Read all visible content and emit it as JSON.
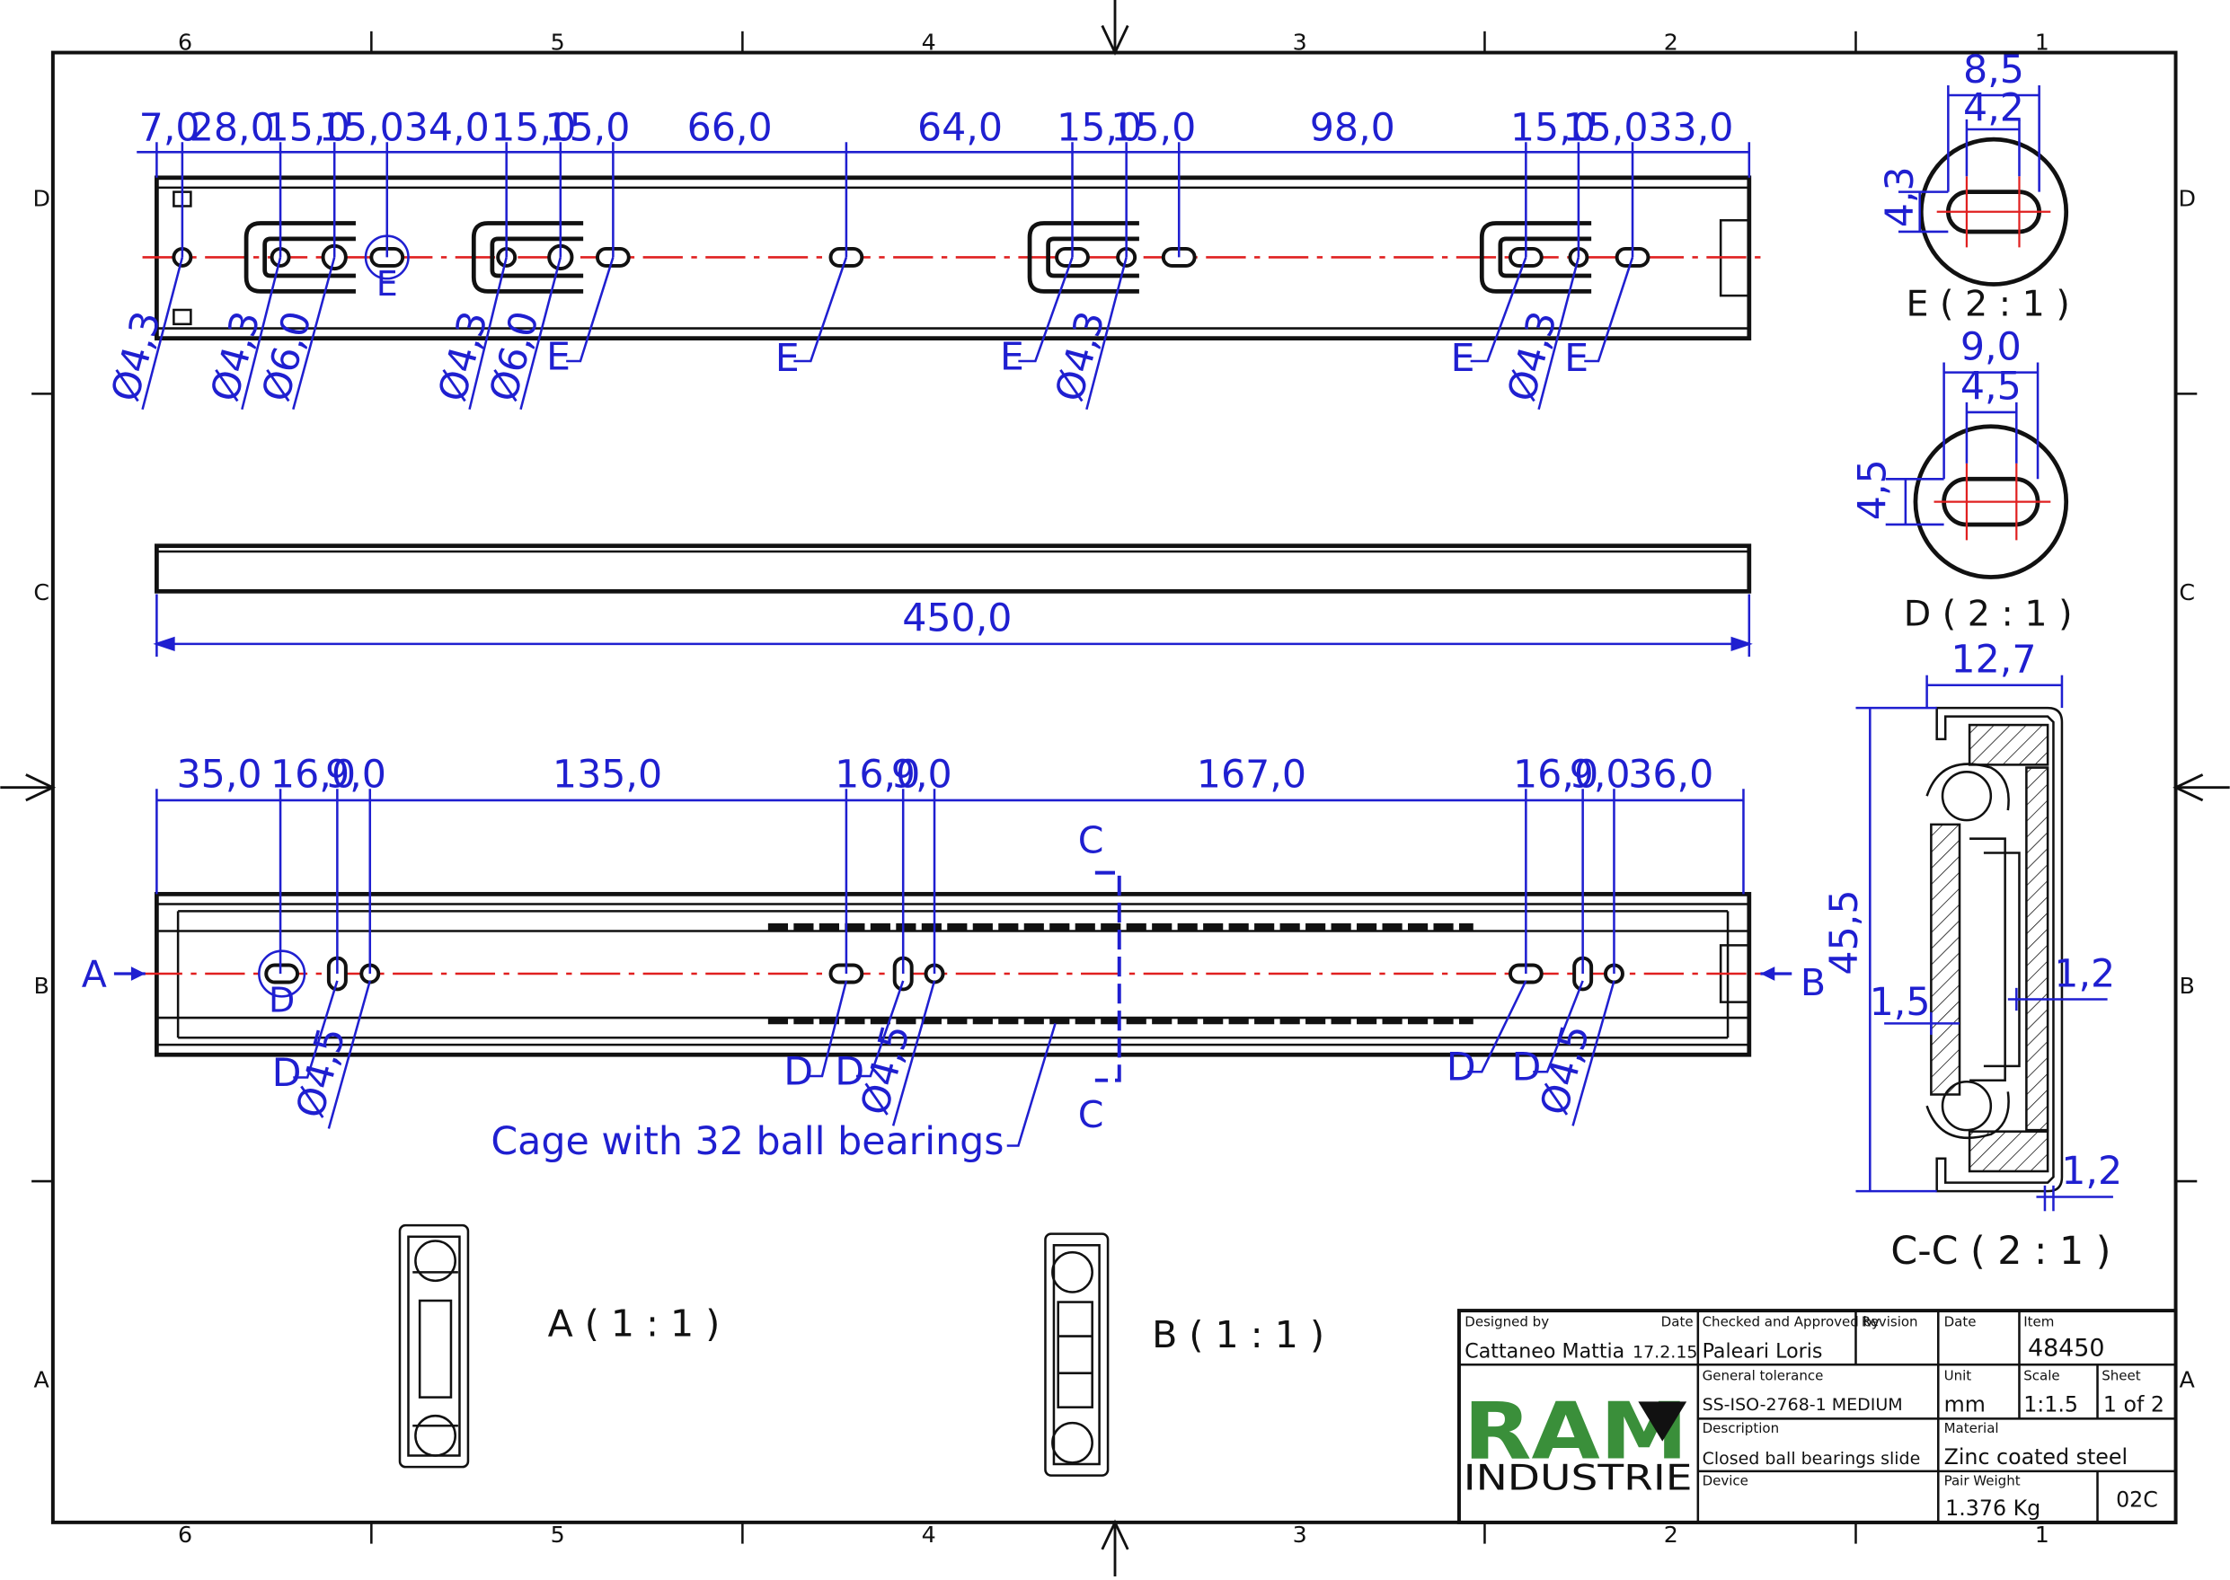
{
  "border": {
    "cols": [
      "6",
      "5",
      "4",
      "3",
      "2",
      "1"
    ],
    "rows": [
      "D",
      "C",
      "B",
      "A"
    ]
  },
  "top_view": {
    "dims": [
      "7,0",
      "28,0",
      "15,0",
      "15,0",
      "34,0",
      "15,0",
      "15,0",
      "66,0",
      "64,0",
      "15,0",
      "15,0",
      "98,0",
      "15,0",
      "15,0",
      "33,0"
    ],
    "leaders": [
      "Ø4,3",
      "Ø4,3",
      "Ø6,0",
      "Ø4,3",
      "Ø6,0",
      "E",
      "E",
      "E",
      "Ø4,3",
      "E",
      "Ø4,3",
      "E"
    ],
    "callout": "E"
  },
  "side_view": {
    "length": "450,0"
  },
  "bottom_view": {
    "dims": [
      "35,0",
      "16,0",
      "9,0",
      "135,0",
      "16,0",
      "9,0",
      "167,0",
      "16,0",
      "9,0",
      "36,0"
    ],
    "leaders": [
      "D",
      "Ø4,5",
      "D",
      "D",
      "Ø4,5",
      "D",
      "D",
      "Ø4,5"
    ],
    "callout": "D",
    "cage_note": "Cage with 32 ball bearings",
    "arrow_a": "A",
    "arrow_b": "B",
    "section_c": "C"
  },
  "detail_e": {
    "title": "E ( 2 : 1 )",
    "dims": [
      "8,5",
      "4,2",
      "4,3"
    ]
  },
  "detail_d": {
    "title": "D ( 2 : 1 )",
    "dims": [
      "9,0",
      "4,5",
      "4,5"
    ]
  },
  "section_cc": {
    "title": "C-C ( 2 : 1 )",
    "dims": [
      "12,7",
      "45,5",
      "1,5",
      "1,2",
      "1,2"
    ]
  },
  "view_a": {
    "title": "A ( 1 : 1 )"
  },
  "view_b": {
    "title": "B ( 1 : 1 )"
  },
  "title_block": {
    "designed_by_label": "Designed by",
    "date_label": "Date",
    "designer": "Cattaneo Mattia",
    "design_date": "17.2.15",
    "checked_label": "Checked and Approved by",
    "checker": "Paleari Loris",
    "revision_label": "Revision",
    "date2_label": "Date",
    "item_label": "Item",
    "item": "48450",
    "tolerance_label": "General tolerance",
    "tolerance": "SS-ISO-2768-1 MEDIUM",
    "unit_label": "Unit",
    "unit": "mm",
    "scale_label": "Scale",
    "scale": "1:1.5",
    "sheet_label": "Sheet",
    "sheet": "1 of 2",
    "description_label": "Description",
    "description": "Closed ball bearings slide",
    "material_label": "Material",
    "material": "Zinc coated steel",
    "device_label": "Device",
    "weight_label": "Pair Weight",
    "weight": "1.376 Kg",
    "code": "02C",
    "logo_top": "RAM",
    "logo_bottom": "INDUSTRIE",
    "brand_green": "#3a8f3a"
  }
}
